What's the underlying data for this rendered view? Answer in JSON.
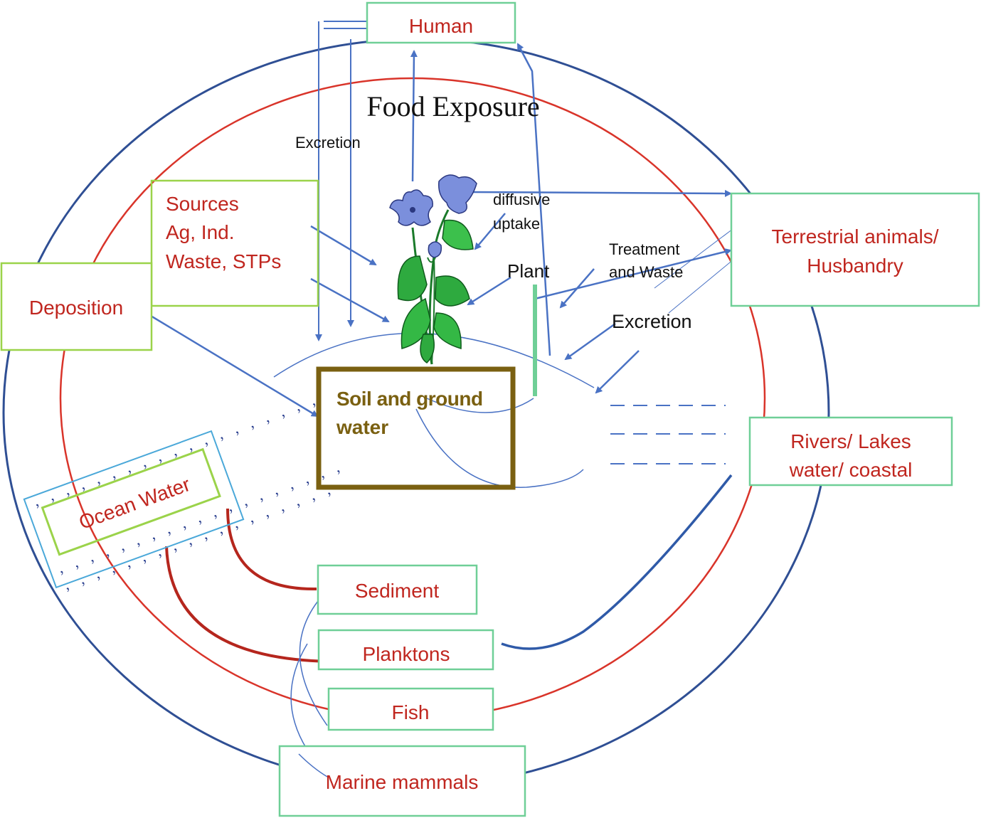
{
  "title": "Food Exposure",
  "nodes": {
    "human": "Human",
    "sources_line1": "Sources",
    "sources_line2": "Ag, Ind.",
    "sources_line3": "Waste, STPs",
    "deposition": "Deposition",
    "soil_line1": "Soil and ground",
    "soil_line2": "water",
    "terrestrial_line1": "Terrestrial animals/",
    "terrestrial_line2": "Husbandry",
    "rivers_line1": "Rivers/ Lakes",
    "rivers_line2": "water/ coastal",
    "ocean": "Ocean Water",
    "sediment": "Sediment",
    "planktons": "Planktons",
    "fish": "Fish",
    "marine": "Marine mammals"
  },
  "labels": {
    "excretion_top": "Excretion",
    "diffusive_line1": "diffusive",
    "diffusive_line2": "uptake",
    "plant": "Plant",
    "treatment_line1": "Treatment",
    "treatment_line2": "and Waste",
    "excretion_right": "Excretion"
  },
  "colors": {
    "outer_ring": "#2f4f94",
    "inner_ring": "#d9342a",
    "box_green": "#6fcf97",
    "box_lime": "#9bd34a",
    "soil_border": "#7a6011",
    "arrow_blue": "#4a72c4",
    "food_link": "#b5261d",
    "text_red": "#c0261f"
  }
}
